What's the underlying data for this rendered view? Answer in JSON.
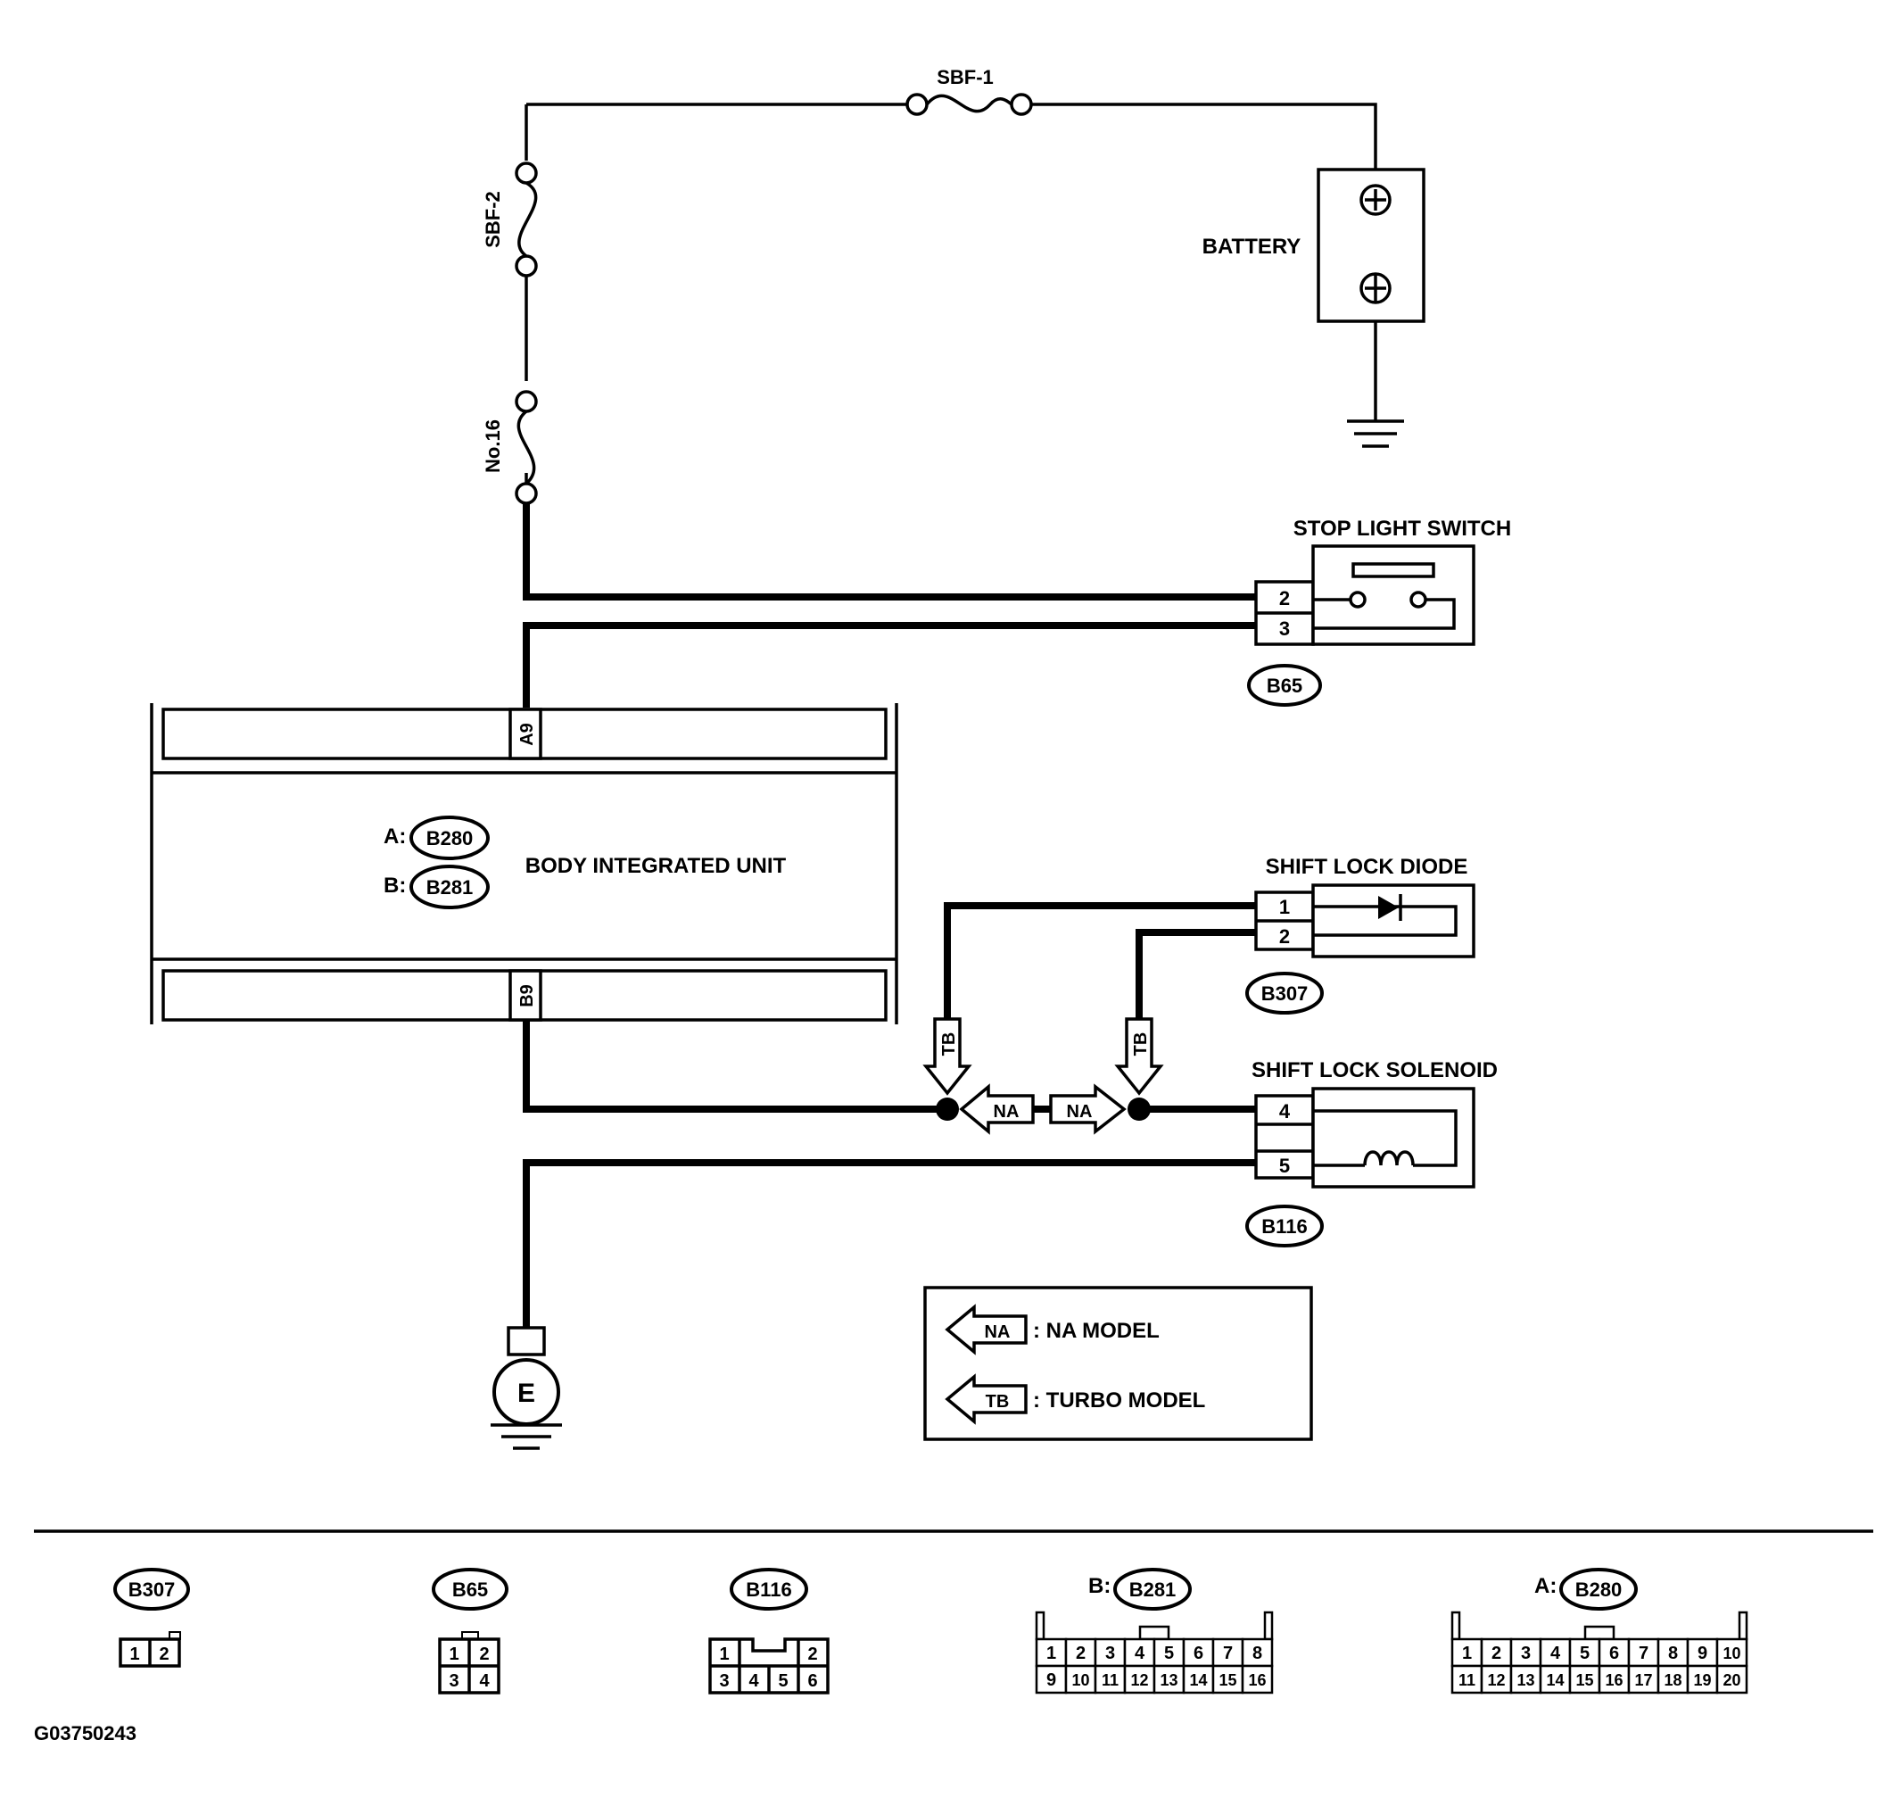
{
  "colors": {
    "ink": "#000000",
    "paper": "#ffffff"
  },
  "fuses": {
    "sbf1": "SBF-1",
    "sbf2": "SBF-2",
    "no16": "No.16"
  },
  "battery": {
    "label": "BATTERY",
    "plus_icon": "plus-terminal-icon",
    "minus_icon": "minus-terminal-icon"
  },
  "stop_light_switch": {
    "label": "STOP LIGHT SWITCH",
    "pins": [
      "2",
      "3"
    ],
    "connector": "B65"
  },
  "body_unit": {
    "label": "BODY INTEGRATED UNIT",
    "conn_a_prefix": "A:",
    "conn_a": "B280",
    "conn_b_prefix": "B:",
    "conn_b": "B281",
    "pin_a": "A9",
    "pin_b": "B9"
  },
  "shift_lock_diode": {
    "label": "SHIFT LOCK DIODE",
    "pins": [
      "1",
      "2"
    ],
    "connector": "B307"
  },
  "shift_lock_solenoid": {
    "label": "SHIFT LOCK SOLENOID",
    "pins": [
      "4",
      "5"
    ],
    "connector": "B116"
  },
  "junctions": {
    "tb": "TB",
    "na": "NA"
  },
  "ground": {
    "label": "E"
  },
  "legend": [
    {
      "tag": "NA",
      "text": ": NA MODEL"
    },
    {
      "tag": "TB",
      "text": ": TURBO MODEL"
    }
  ],
  "connector_views": [
    {
      "id": "B307",
      "rows": [
        [
          "1",
          "2"
        ]
      ]
    },
    {
      "id": "B65",
      "rows": [
        [
          "1",
          "2"
        ],
        [
          "3",
          "4"
        ]
      ]
    },
    {
      "id": "B116",
      "rows": [
        [
          "1",
          "2"
        ],
        [
          "3",
          "4",
          "5",
          "6"
        ]
      ]
    },
    {
      "id": "B281",
      "prefix": "B:",
      "rows": [
        [
          "1",
          "2",
          "3",
          "4",
          "5",
          "6",
          "7",
          "8"
        ],
        [
          "9",
          "10",
          "11",
          "12",
          "13",
          "14",
          "15",
          "16"
        ]
      ]
    },
    {
      "id": "B280",
      "prefix": "A:",
      "rows": [
        [
          "1",
          "2",
          "3",
          "4",
          "5",
          "6",
          "7",
          "8",
          "9",
          "10"
        ],
        [
          "11",
          "12",
          "13",
          "14",
          "15",
          "16",
          "17",
          "18",
          "19",
          "20"
        ]
      ]
    }
  ],
  "figure_code": "G03750243"
}
